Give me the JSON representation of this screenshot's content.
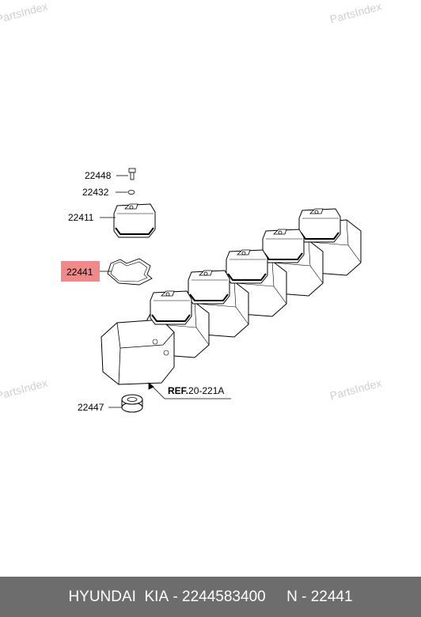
{
  "watermark": "PartsIndex",
  "callouts": {
    "bolt": "22448",
    "washer": "22432",
    "cover": "22411",
    "gasket": "22441",
    "plug_seal": "22447",
    "ref_prefix": "REF.",
    "ref_number": "20-221A"
  },
  "highlight_color": "#f08a8a",
  "footer": {
    "brand": "HYUNDAI  KIA",
    "sep1": " - ",
    "part_number": "2244583400",
    "sep2": "     N - ",
    "ref": "22441"
  }
}
